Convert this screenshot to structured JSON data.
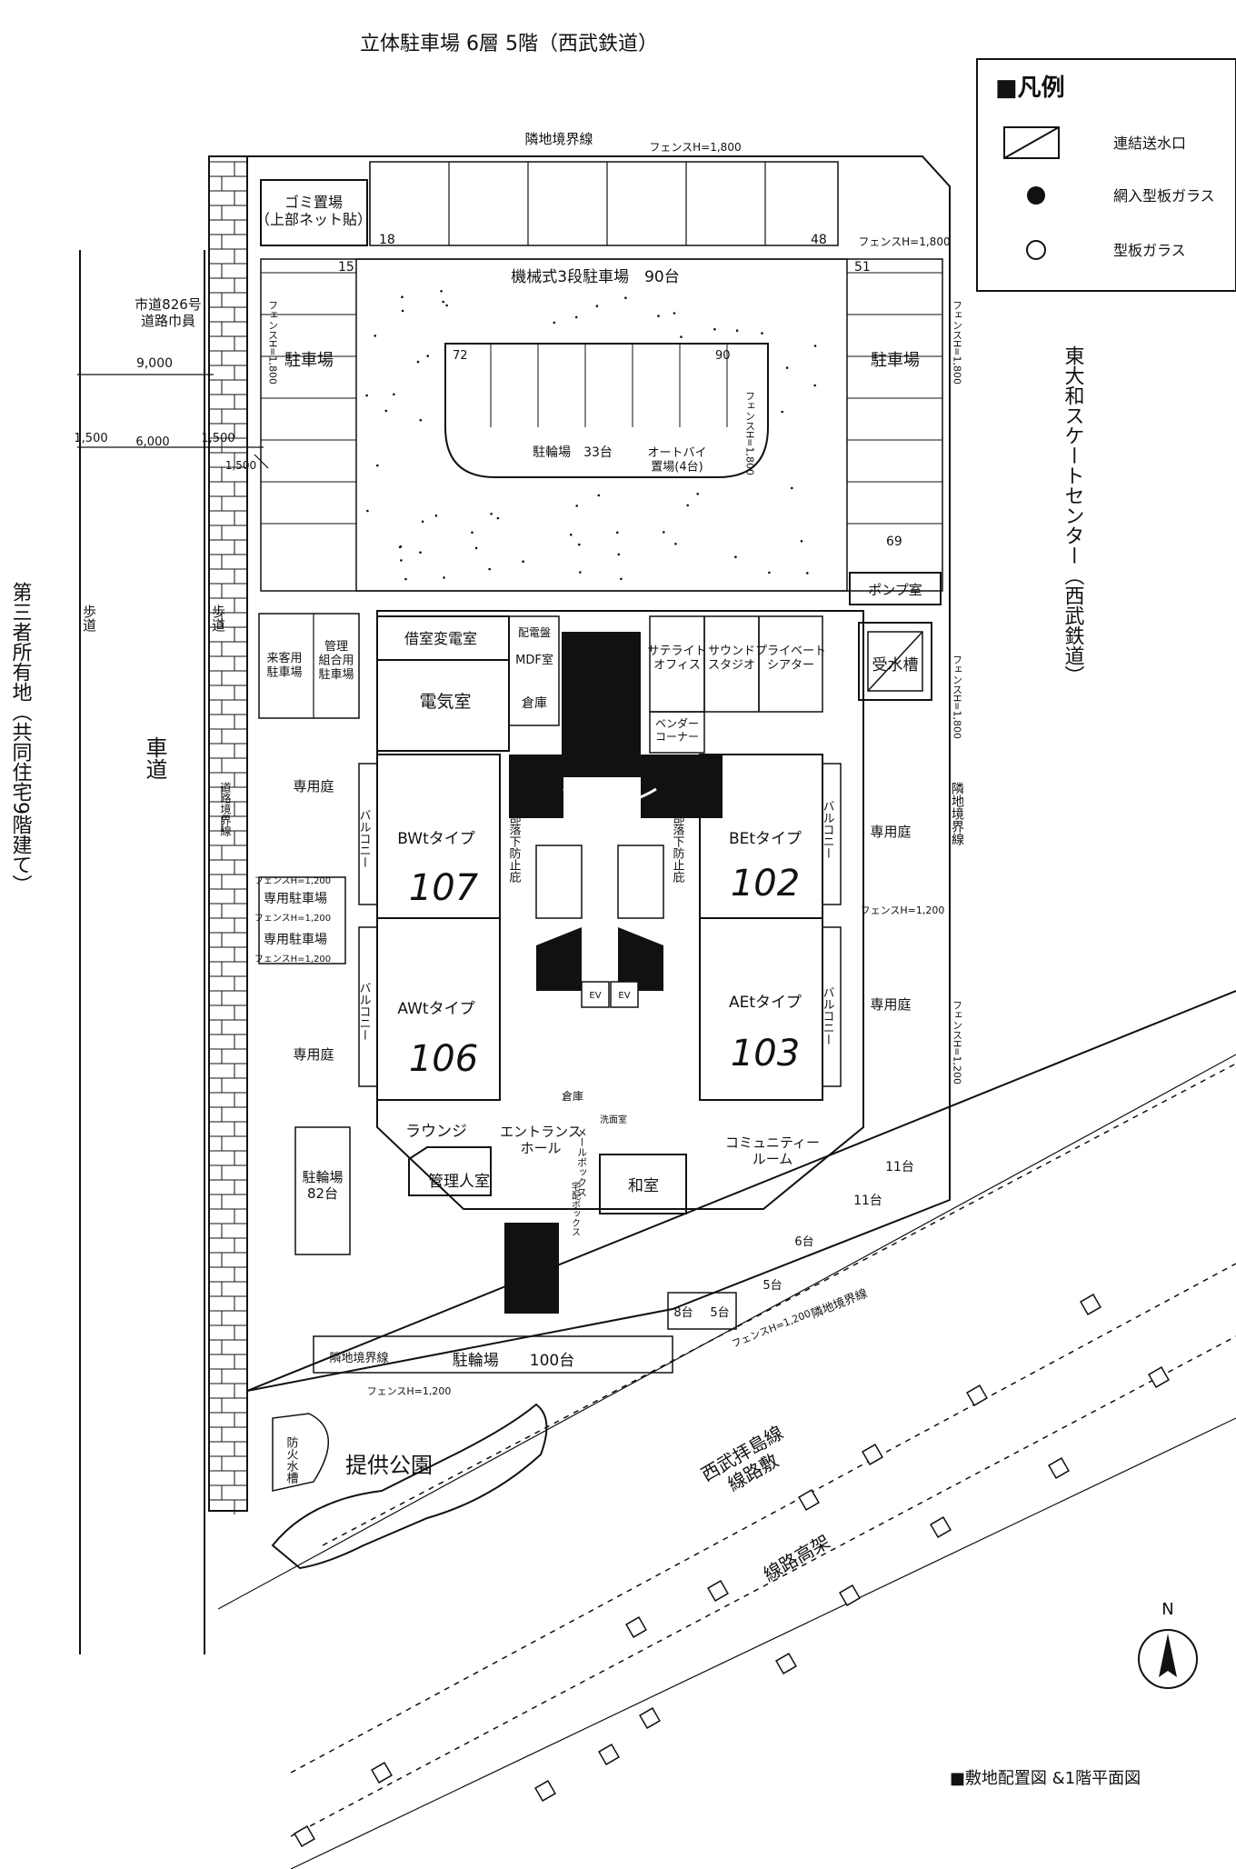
{
  "header": {
    "top_caption": "立体駐車場 6層 5階（西武鉄道）"
  },
  "legend": {
    "title": "■凡例",
    "items": [
      {
        "icon": "connection-port-icon",
        "label": "連結送水口"
      },
      {
        "icon": "filled-circle-icon",
        "label": "網入型板ガラス"
      },
      {
        "icon": "open-circle-icon",
        "label": "型板ガラス"
      }
    ]
  },
  "boundaries": {
    "top": "隣地境界線",
    "right": "隣地境界線",
    "bottom": "隣地境界線",
    "left_road": "道路境界線",
    "rail": "隣地境界線"
  },
  "fences": {
    "top": "フェンスH=1,800",
    "top_right": "フェンスH=1,800",
    "left_gomi": "フェンスH=1,800",
    "center": "フェンスH=1,800",
    "right_upper": "フェンスH=1,800",
    "right_mid": "フェンスH=1,800",
    "right_lower": "フェンスH=1,200",
    "right_balcony": "フェンスH=1,200",
    "left_a": "フェンスH=1,200",
    "left_b": "フェンスH=1,200",
    "left_c": "フェンスH=1,200",
    "bottom": "フェンスH=1,200",
    "park": "フェンスH=1,200"
  },
  "road": {
    "city_road": "市道826号\n道路巾員",
    "dims": [
      "9,000",
      "1,500",
      "6,000",
      "1,500",
      "1,500"
    ],
    "sidewalk_left": "歩道",
    "sidewalk_right": "歩道",
    "roadway": "車道"
  },
  "neighbors": {
    "east": "東大和スケートセンター（西武鉄道）",
    "west": "第三者所有地（共同住宅9階建て）"
  },
  "parking": {
    "gomi": "ゴミ置場\n（上部ネット貼）",
    "num_18": "18",
    "num_48": "48",
    "num_15": "15",
    "num_51": "51",
    "mech": "機械式3段駐車場　90台",
    "left_lot": "駐車場",
    "right_lot": "駐車場",
    "num_72": "72",
    "num_90": "90",
    "num_69": "69",
    "bike_inner": "駐輪場　33台",
    "moto": "オートバイ\n置場(4台)",
    "guest": "来客用\n駐車場",
    "union": "管理\n組合用\n駐車場",
    "private_lot": "専用駐車場",
    "bike_left": "駐輪場\n82台",
    "bike_bottom": "駐輪場　　100台",
    "r11a": "11台",
    "r11b": "11台",
    "r6": "6台",
    "r5a": "5台",
    "r8": "8台",
    "r5b": "5台"
  },
  "rooms": {
    "substation": "借室変電室",
    "electric": "電気室",
    "mdf": "MDF室",
    "panel": "配電盤",
    "storage": "倉庫",
    "satellite": "サテライト\nオフィス",
    "sound": "サウンド\nスタジオ",
    "theater": "プライベート\nシアター",
    "vending": "ベンダー\nコーナー",
    "pump": "ポンプ室",
    "tank": "受水槽",
    "lounge": "ラウンジ",
    "entrance": "エントランス\nホール",
    "manager": "管理人室",
    "mail": "メールボックス",
    "delivery": "宅配ボックス",
    "washroom": "洗面室",
    "warehouse": "倉庫",
    "japanese": "和室",
    "community": "コミュニティー\nルーム",
    "ev1": "EV",
    "ev2": "EV",
    "fall_left": "上部落下防止庇",
    "fall_right": "上部落下防止庇"
  },
  "units": [
    {
      "type": "BWtタイプ",
      "number": "107",
      "balcony": "バルコニー",
      "garden": "専用庭"
    },
    {
      "type": "AWtタイプ",
      "number": "106",
      "balcony": "バルコニー",
      "garden": "専用庭"
    },
    {
      "type": "BEtタイプ",
      "number": "102",
      "balcony": "バルコニー",
      "garden": "専用庭"
    },
    {
      "type": "AEtタイプ",
      "number": "103",
      "balcony": "バルコニー",
      "garden": "専用庭"
    }
  ],
  "park": {
    "label": "提供公園",
    "water": "防火水槽"
  },
  "railway": {
    "line": "西武拝島線\n線路敷",
    "elevated": "線路高架"
  },
  "north": "N",
  "footer": {
    "caption": "■敷地配置図 &1階平面図"
  },
  "colors": {
    "ink": "#111111",
    "paper": "#ffffff"
  }
}
